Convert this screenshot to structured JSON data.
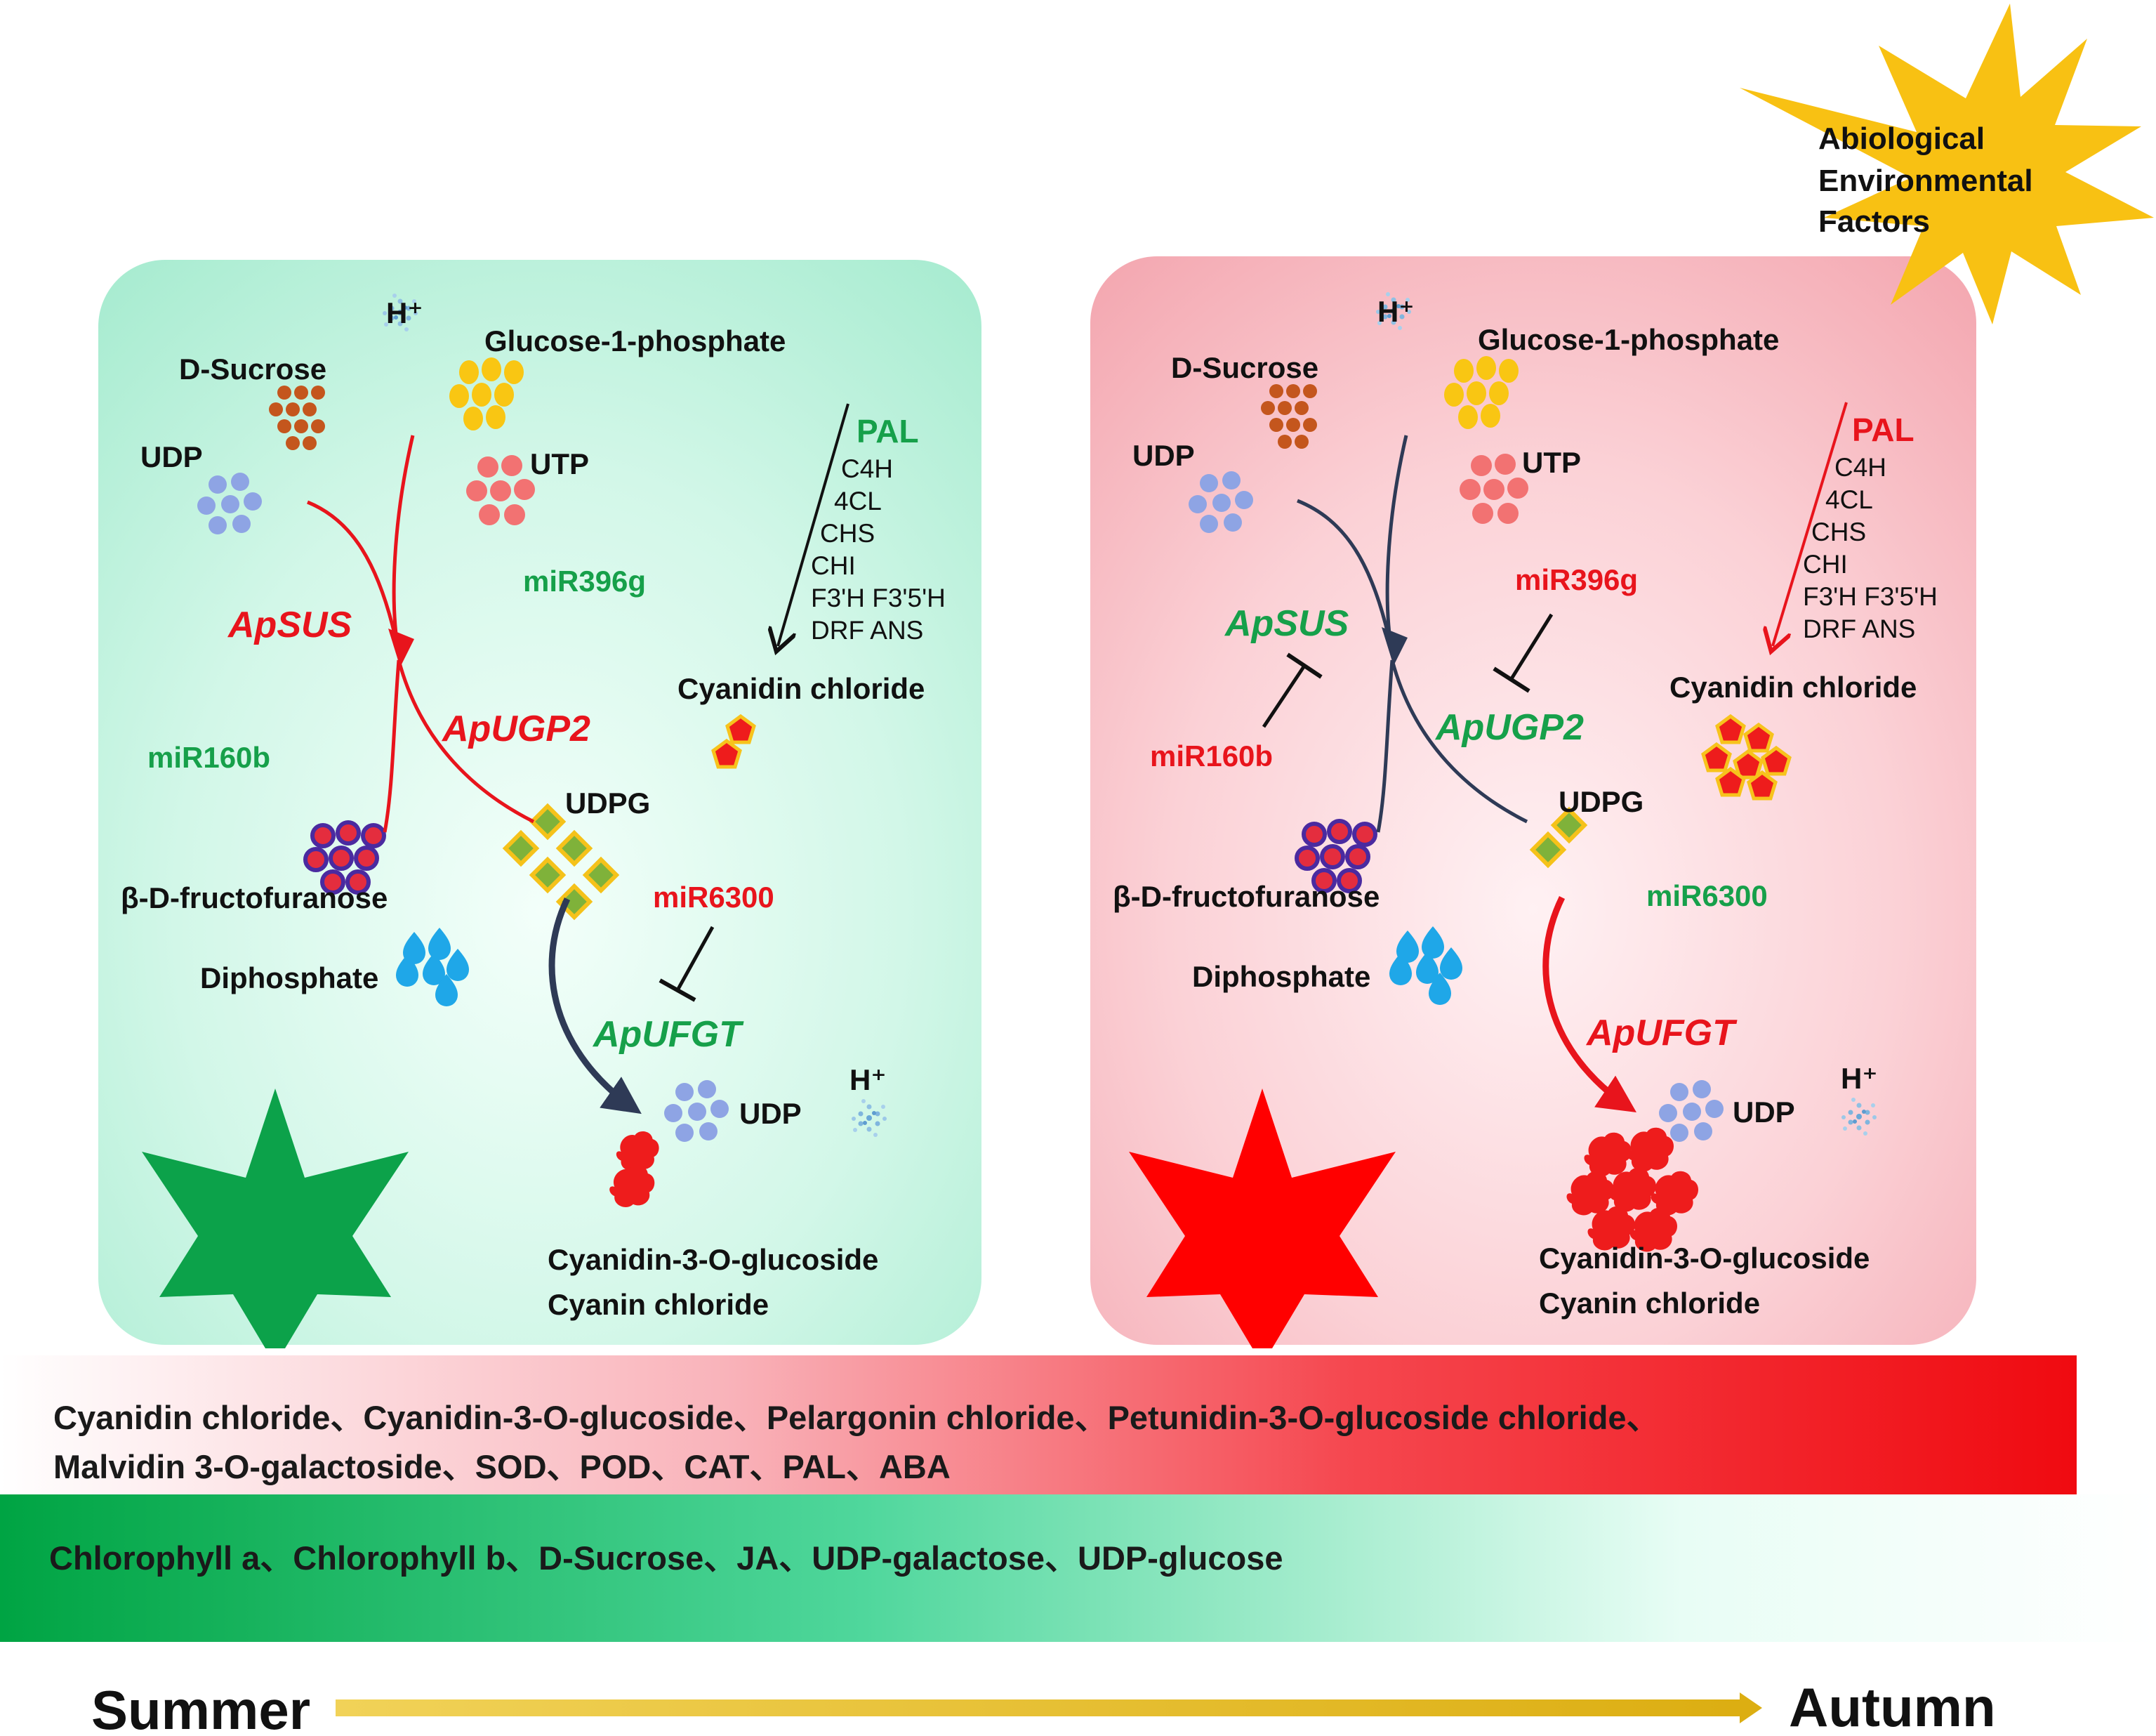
{
  "colors": {
    "summer_panel": "#b5f0d9",
    "autumn_panel": "#f6b7bf",
    "active_red": "#e8141c",
    "inactive_navy": "#2e3a56",
    "gene_green": "#16a04a",
    "leaf_green": "#0ca24a",
    "leaf_red": "#ff0000",
    "star_yellow": "#f8c113",
    "timeline_gold": "#e7c02d"
  },
  "summer_panel": {
    "h_plus_top": "H⁺",
    "d_sucrose": "D-Sucrose",
    "glucose_1_phosphate": "Glucose-1-phosphate",
    "udp_left": "UDP",
    "utp": "UTP",
    "pal": "PAL",
    "enzymes": [
      "C4H",
      "4CL",
      "CHS",
      "CHI",
      "F3'H  F3'5'H",
      "DRF ANS"
    ],
    "mir396g": "miR396g",
    "apsus": "ApSUS",
    "apugp2": "ApUGP2",
    "cyanidin_chloride": "Cyanidin chloride",
    "mir160b": "miR160b",
    "udpg": "UDPG",
    "fructofuranose": "β-D-fructofuranose",
    "mir6300": "miR6300",
    "diphosphate": "Diphosphate",
    "apufgt": "ApUFGT",
    "udp_right": "UDP",
    "h_plus_bottom": "H⁺",
    "product_1": "Cyanidin-3-O-glucoside",
    "product_2": "Cyanin chloride"
  },
  "autumn_panel": {
    "h_plus_top": "H⁺",
    "d_sucrose": "D-Sucrose",
    "glucose_1_phosphate": "Glucose-1-phosphate",
    "udp_left": "UDP",
    "utp": "UTP",
    "pal": "PAL",
    "enzymes": [
      "C4H",
      "4CL",
      "CHS",
      "CHI",
      "F3'H  F3'5'H",
      "DRF ANS"
    ],
    "mir396g": "miR396g",
    "apsus": "ApSUS",
    "apugp2": "ApUGP2",
    "cyanidin_chloride": "Cyanidin chloride",
    "mir160b": "miR160b",
    "udpg": "UDPG",
    "fructofuranose": "β-D-fructofuranose",
    "mir6300": "miR6300",
    "diphosphate": "Diphosphate",
    "apufgt": "ApUFGT",
    "udp_right": "UDP",
    "h_plus_bottom": "H⁺",
    "product_1": "Cyanidin-3-O-glucoside",
    "product_2": "Cyanin chloride"
  },
  "star": {
    "line1": "Abiological",
    "line2": "Environmental",
    "line3": "Factors"
  },
  "bands": {
    "autumn_line1": "Cyanidin chloride、Cyanidin-3-O-glucoside、Pelargonin chloride、Petunidin-3-O-glucoside chloride、",
    "autumn_line2": "Malvidin 3-O-galactoside、SOD、POD、CAT、PAL、ABA",
    "summer_line": "Chlorophyll a、Chlorophyll b、D-Sucrose、JA、UDP-galactose、UDP-glucose"
  },
  "timeline": {
    "start": "Summer",
    "end": "Autumn"
  },
  "icons": [
    "h-plus-cloud-icon",
    "molecule-cluster-icon",
    "diamond-cluster-icon",
    "pentagon-icon",
    "droplet-icon",
    "maple-leaf-icon",
    "starburst-icon",
    "arrow-icon",
    "inhibition-bar-icon"
  ]
}
